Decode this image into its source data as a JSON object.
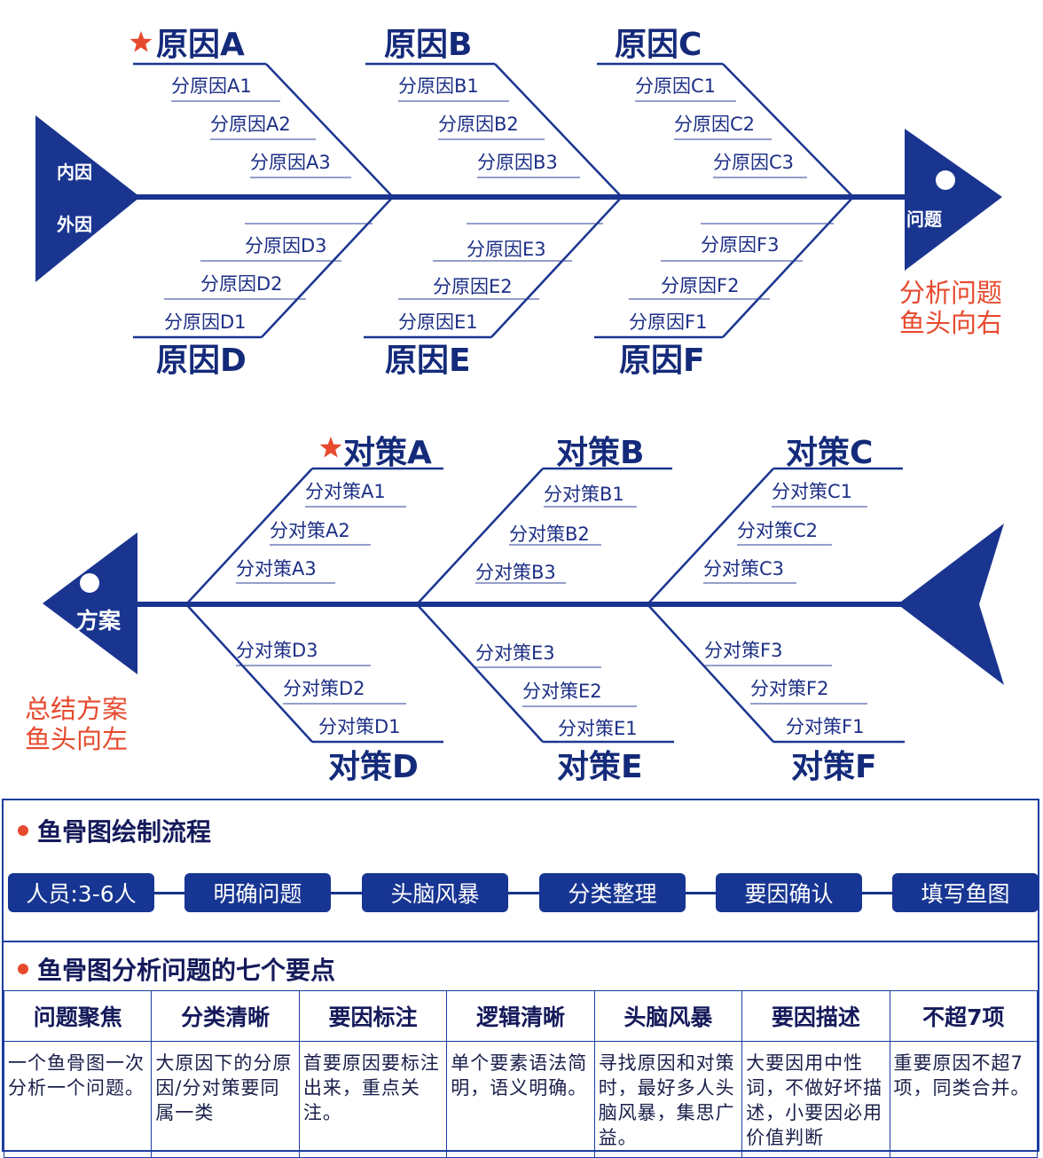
{
  "problem_diagram": {
    "head_label": "问题",
    "tail_labels": [
      "内因",
      "外因"
    ],
    "note_lines": [
      "分析问题",
      "鱼头向右"
    ],
    "causes": [
      {
        "label": "原因A",
        "starred": true,
        "subs": [
          "分原因A1",
          "分原因A2",
          "分原因A3"
        ]
      },
      {
        "label": "原因B",
        "starred": false,
        "subs": [
          "分原因B1",
          "分原因B2",
          "分原因B3"
        ]
      },
      {
        "label": "原因C",
        "starred": false,
        "subs": [
          "分原因C1",
          "分原因C2",
          "分原因C3"
        ]
      },
      {
        "label": "原因D",
        "starred": false,
        "subs": [
          "分原因D3",
          "分原因D2",
          "分原因D1"
        ]
      },
      {
        "label": "原因E",
        "starred": false,
        "subs": [
          "分原因E3",
          "分原因E2",
          "分原因E1"
        ]
      },
      {
        "label": "原因F",
        "starred": false,
        "subs": [
          "分原因F3",
          "分原因F2",
          "分原因F1"
        ]
      }
    ]
  },
  "solution_diagram": {
    "head_label": "方案",
    "note_lines": [
      "总结方案",
      "鱼头向左"
    ],
    "measures": [
      {
        "label": "对策A",
        "starred": true,
        "subs": [
          "分对策A1",
          "分对策A2",
          "分对策A3"
        ]
      },
      {
        "label": "对策B",
        "starred": false,
        "subs": [
          "分对策B1",
          "分对策B2",
          "分对策B3"
        ]
      },
      {
        "label": "对策C",
        "starred": false,
        "subs": [
          "分对策C1",
          "分对策C2",
          "分对策C3"
        ]
      },
      {
        "label": "对策D",
        "starred": false,
        "subs": [
          "分对策D3",
          "分对策D2",
          "分对策D1"
        ]
      },
      {
        "label": "对策E",
        "starred": false,
        "subs": [
          "分对策E3",
          "分对策E2",
          "分对策E1"
        ]
      },
      {
        "label": "对策F",
        "starred": false,
        "subs": [
          "分对策F3",
          "分对策F2",
          "分对策F1"
        ]
      }
    ]
  },
  "process": {
    "title": "鱼骨图绘制流程",
    "steps": [
      "人员:3-6人",
      "明确问题",
      "头脑风暴",
      "分类整理",
      "要因确认",
      "填写鱼图"
    ]
  },
  "key_points": {
    "title": "鱼骨图分析问题的七个要点",
    "items": [
      {
        "heading": "问题聚焦",
        "text": "一个鱼骨图一次分析一个问题。"
      },
      {
        "heading": "分类清晰",
        "text": "大原因下的分原因/分对策要同属一类"
      },
      {
        "heading": "要因标注",
        "text": "首要原因要标注出来，重点关注。"
      },
      {
        "heading": "逻辑清晰",
        "text": "单个要素语法简明，语义明确。"
      },
      {
        "heading": "头脑风暴",
        "text": "寻找原因和对策时，最好多人头脑风暴，集思广益。"
      },
      {
        "heading": "要因描述",
        "text": "大要因用中性词，不做好坏描述，小要因必用价值判断"
      },
      {
        "heading": "不超7项",
        "text": "重要原因不超7项，同类合并。"
      }
    ]
  },
  "colors": {
    "navy": "#1a3590",
    "accent_red": "#e64a2e",
    "dark_text": "#141a5a"
  },
  "icons": [
    "star-icon",
    "bullet-dot-icon"
  ]
}
